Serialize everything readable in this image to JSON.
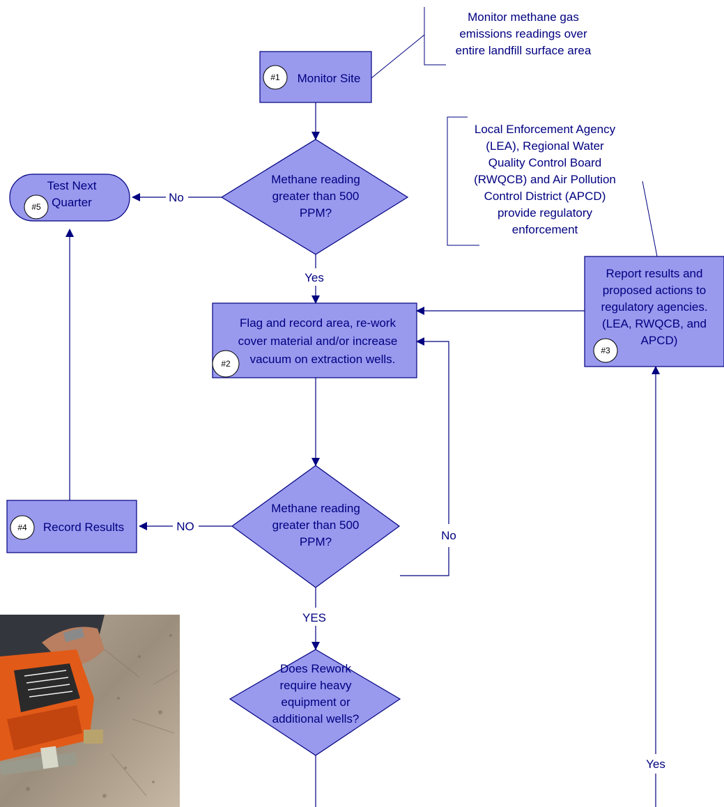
{
  "nodes": {
    "monitor_site": {
      "badge": "#1",
      "label": "Monitor Site"
    },
    "decision1": {
      "lines": [
        "Methane reading",
        "greater than 500",
        "PPM?"
      ]
    },
    "test_next_quarter": {
      "badge": "#5",
      "lines": [
        "Test Next",
        "Quarter"
      ]
    },
    "flag_record": {
      "badge": "#2",
      "lines": [
        "Flag and record area, re-work",
        "cover material and/or increase",
        "vacuum on extraction wells."
      ]
    },
    "report_results": {
      "badge": "#3",
      "lines": [
        "Report results and",
        "proposed actions to",
        "regulatory agencies.",
        "(LEA, RWQCB, and",
        "APCD)"
      ]
    },
    "decision2": {
      "lines": [
        "Methane reading",
        "greater than 500",
        "PPM?"
      ]
    },
    "record_results": {
      "badge": "#4",
      "label": "Record Results"
    },
    "decision3": {
      "lines": [
        "Does Rework",
        "require heavy",
        "equipment or",
        "additional wells?"
      ]
    }
  },
  "annotations": {
    "monitor_note": [
      "Monitor methane gas",
      "emissions readings over",
      "entire landfill surface area"
    ],
    "agency_note": [
      "Local Enforcement Agency",
      "(LEA), Regional Water",
      "Quality Control Board",
      "(RWQCB) and Air Pollution",
      "Control District (APCD)",
      "provide regulatory",
      "enforcement"
    ]
  },
  "edge_labels": {
    "d1_no": "No",
    "d1_yes": "Yes",
    "d2_no": "NO",
    "d2_yes": "YES",
    "d3_no": "No",
    "right_yes": "Yes"
  },
  "colors": {
    "fill": "#9999ee",
    "stroke": "#000080"
  }
}
